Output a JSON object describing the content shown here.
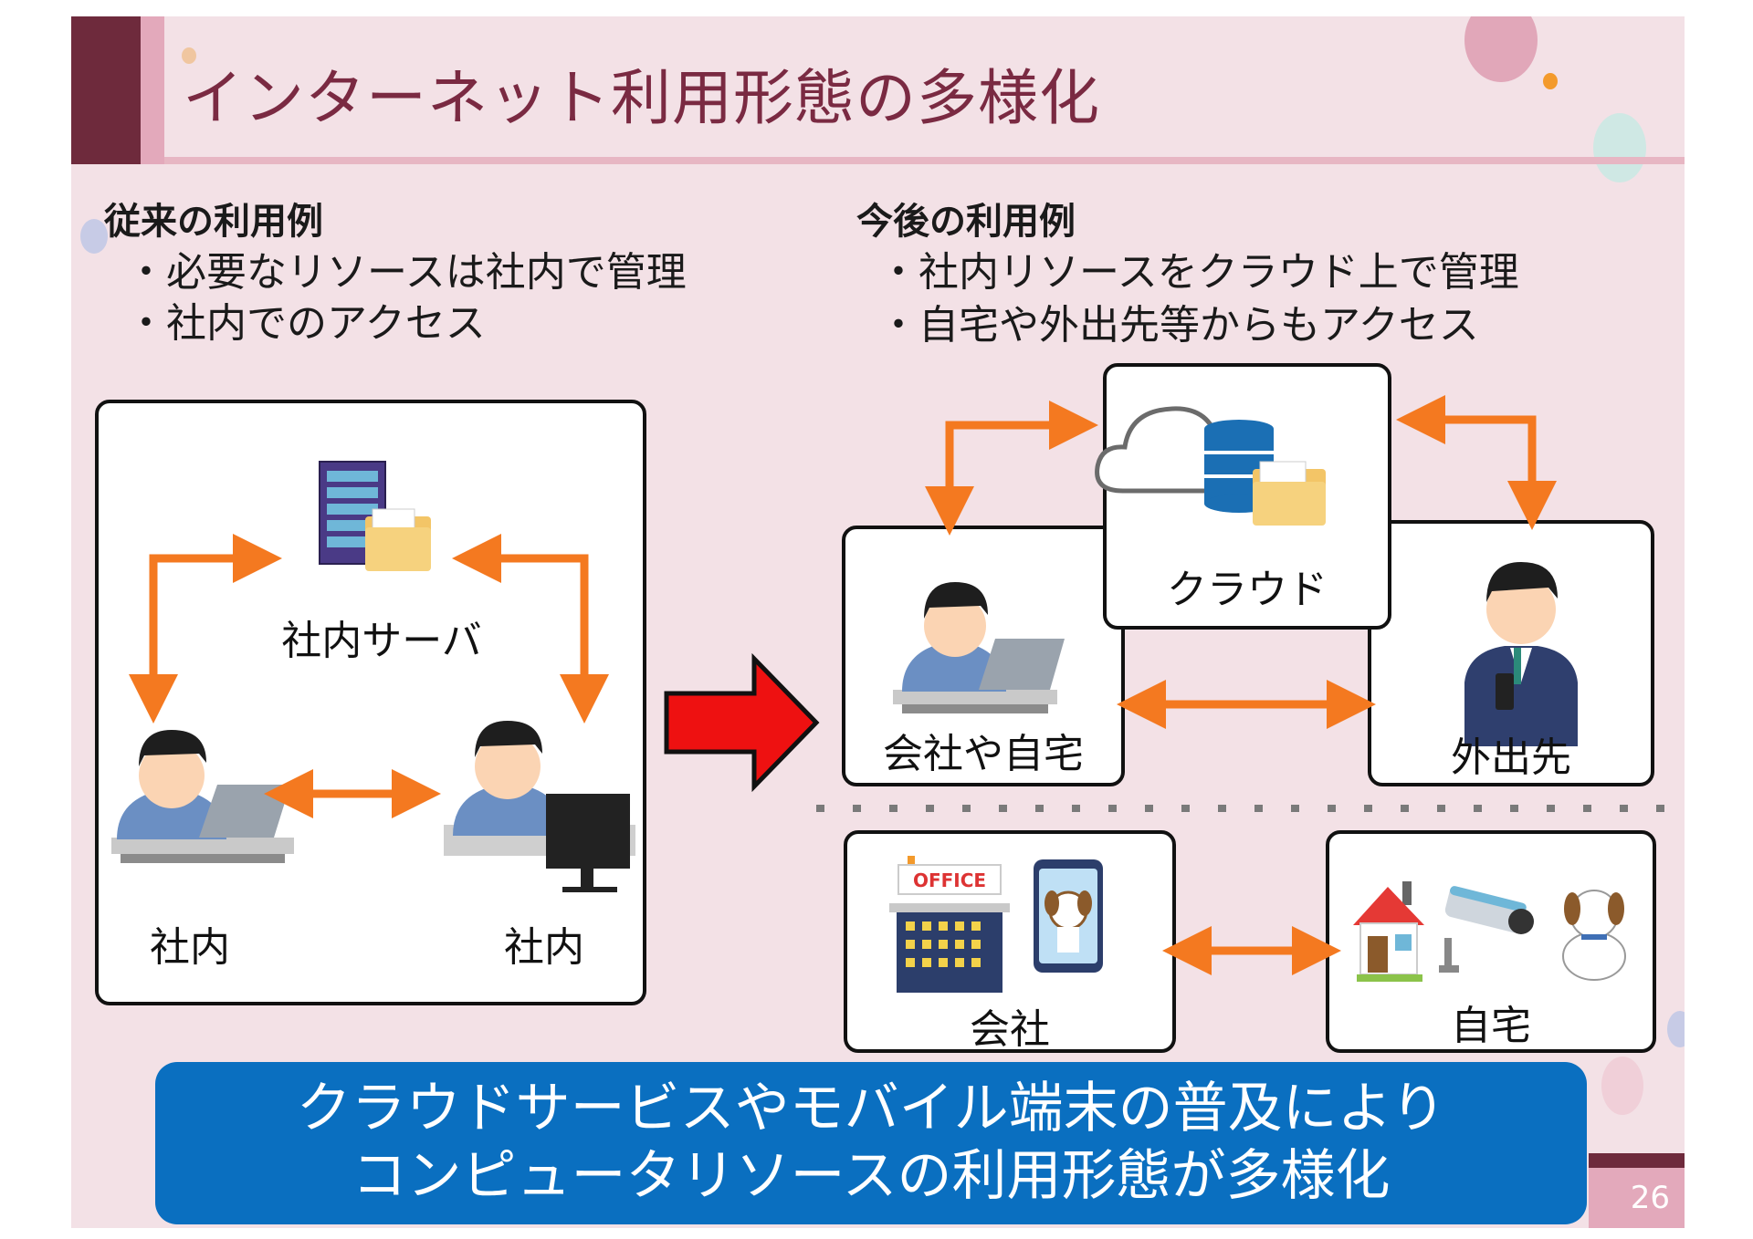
{
  "title": "インターネット利用形態の多様化",
  "left": {
    "heading": "従来の利用例",
    "bullets": [
      "・必要なリソースは社内で管理",
      "・社内でのアクセス"
    ],
    "server_label": "社内サーバ",
    "pc1_label": "社内",
    "pc2_label": "社内"
  },
  "right": {
    "heading": "今後の利用例",
    "bullets": [
      "・社内リソースをクラウド上で管理",
      "・自宅や外出先等からもアクセス"
    ],
    "cloud_label": "クラウド",
    "office_home_label": "会社や自宅",
    "outside_label": "外出先",
    "company_label": "会社",
    "home_label": "自宅",
    "office_sign": "OFFICE"
  },
  "banner": {
    "line1": "クラウドサービスやモバイル端末の普及により",
    "line2": "コンピュータリソースの利用形態が多様化"
  },
  "page_number": "26",
  "colors": {
    "accent_dark": "#6e2a3c",
    "accent_light": "#e3a9bb",
    "arrow_orange": "#f47920",
    "arrow_red": "#ee1111",
    "banner_blue": "#0a6fc0",
    "background": "#f3e1e6"
  }
}
